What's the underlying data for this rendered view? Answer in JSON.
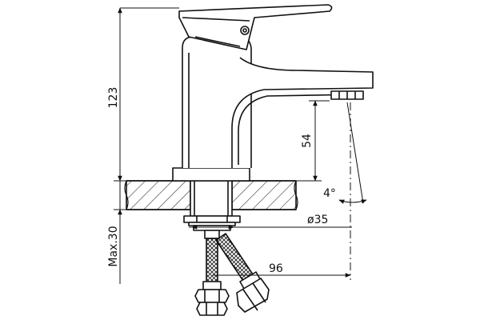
{
  "dimensions": {
    "height_total": "123",
    "spout_height": "54",
    "max_thickness": "Max.30",
    "hole_diameter": "ø35",
    "spout_reach": "96",
    "angle": "4°"
  },
  "colors": {
    "line": "#111111",
    "background": "#ffffff"
  }
}
